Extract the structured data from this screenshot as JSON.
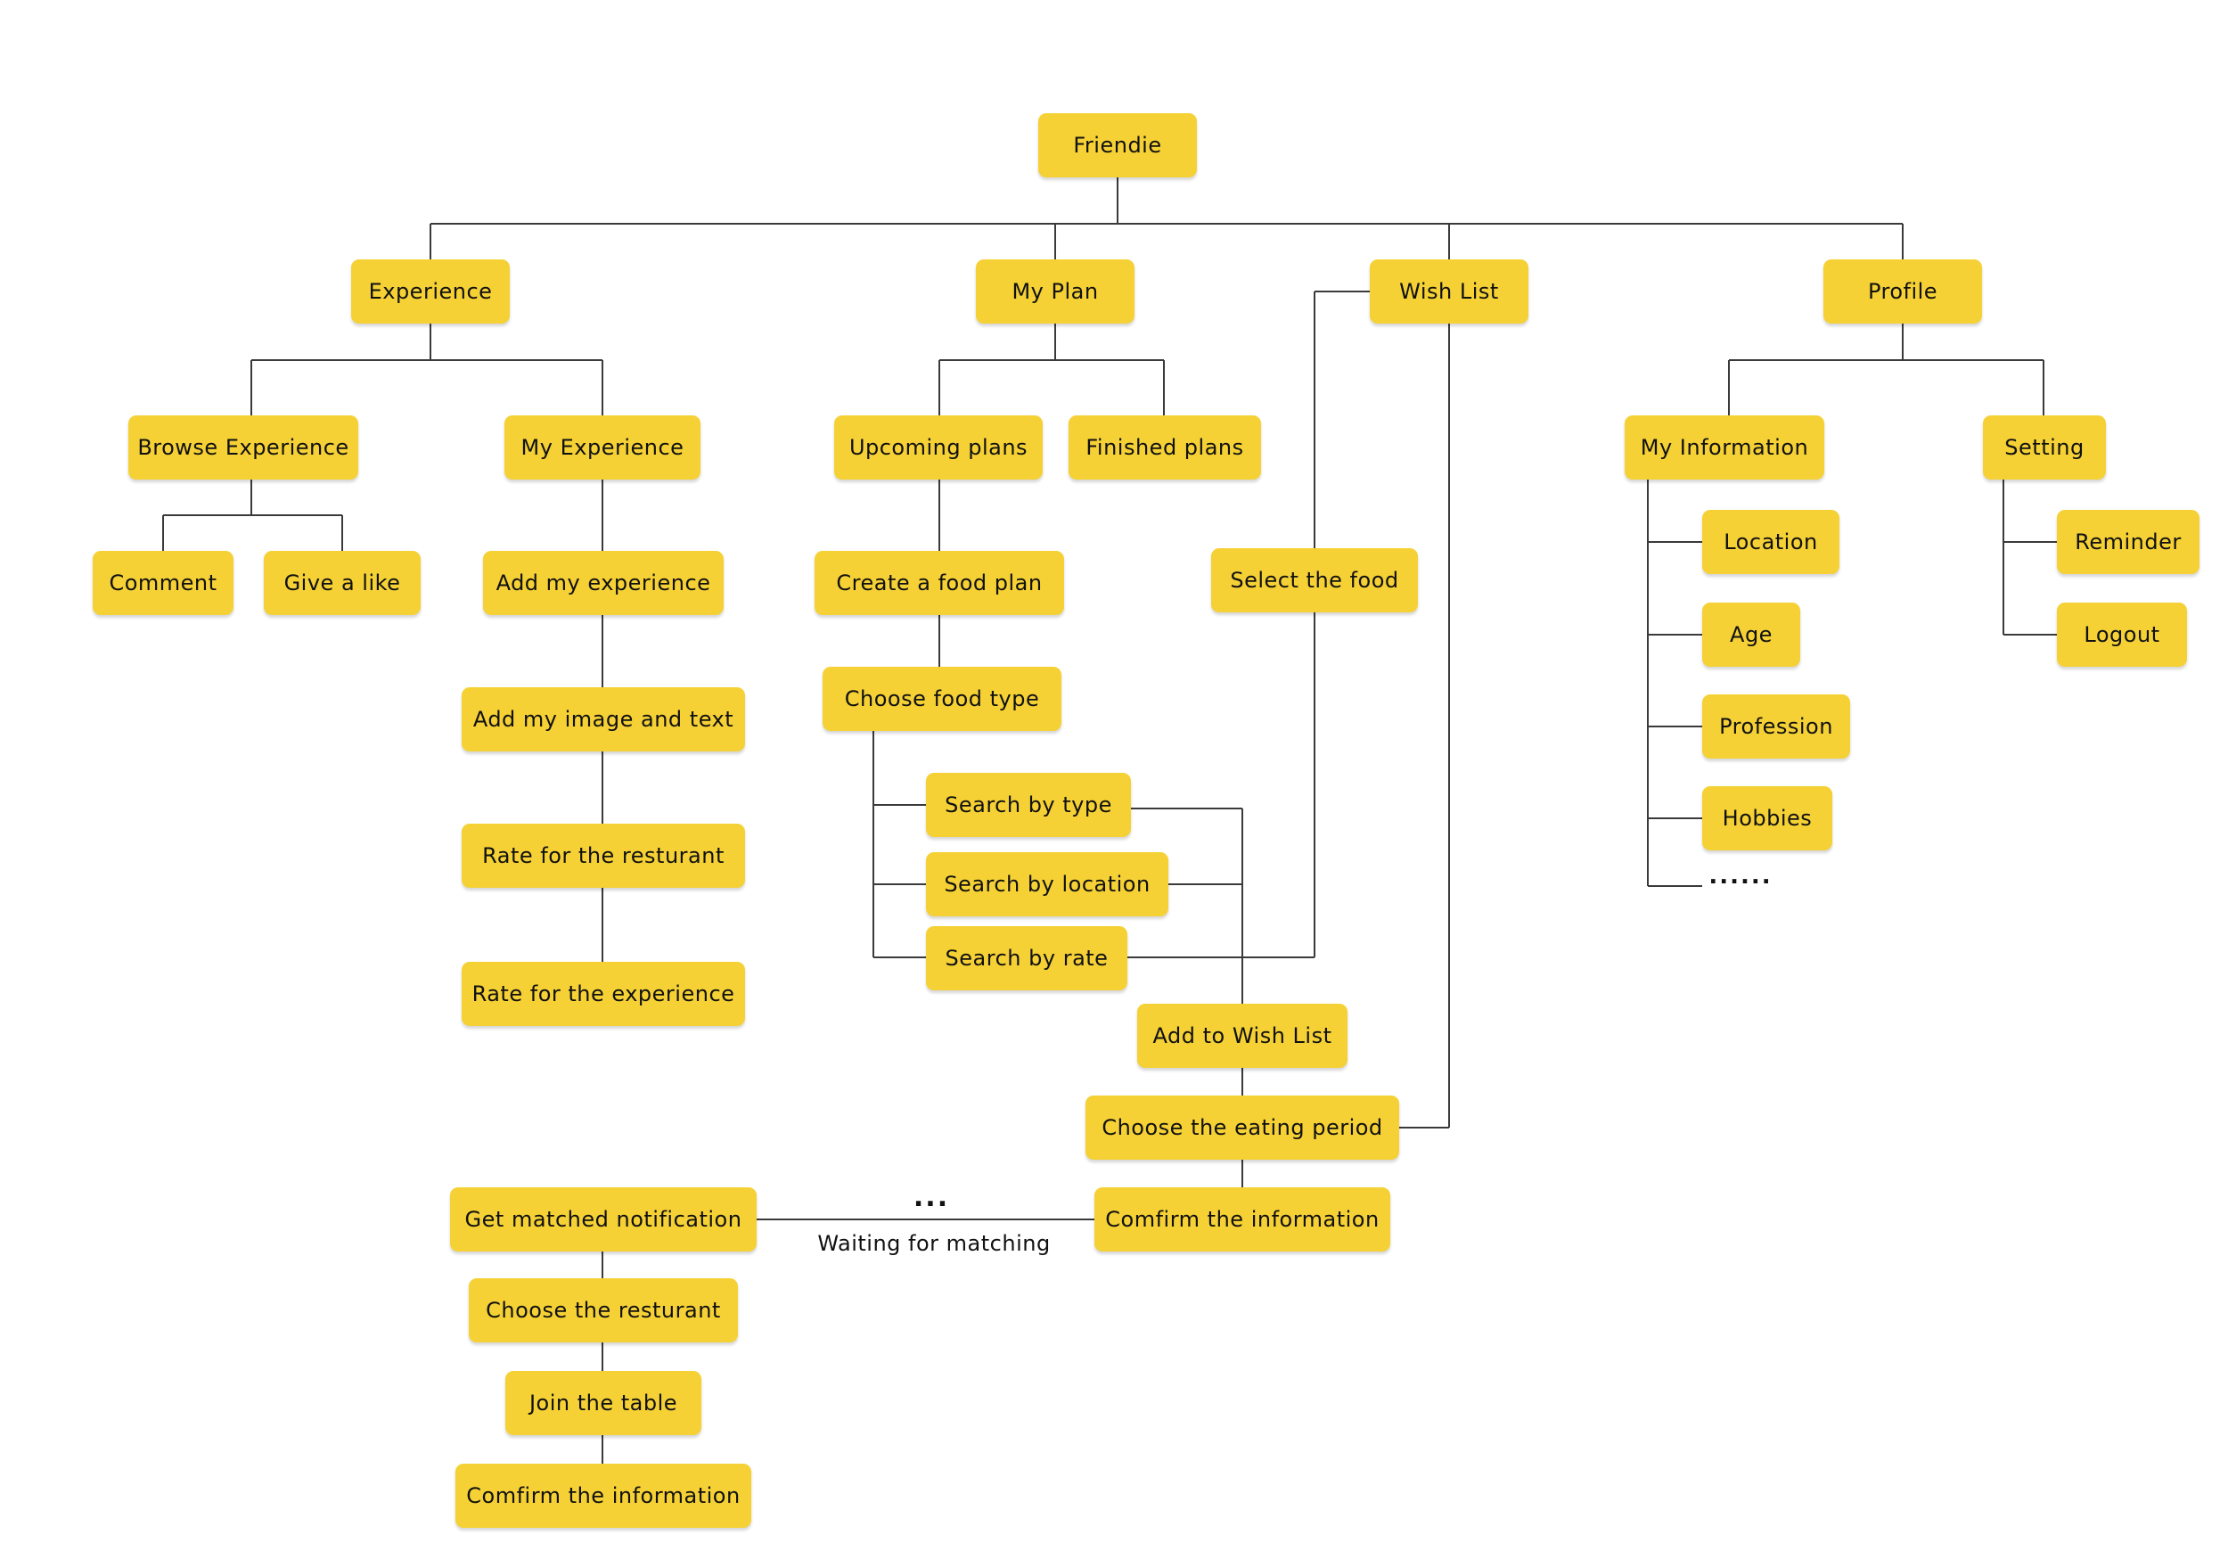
{
  "colors": {
    "node_fill": "#f5d135",
    "node_text": "#111111",
    "connector": "#3a3a3a",
    "background": "#ffffff"
  },
  "root": "Friendie",
  "experience": {
    "title": "Experience",
    "browse": {
      "title": "Browse Experience",
      "comment": "Comment",
      "like": "Give a like"
    },
    "mine": {
      "title": "My Experience",
      "steps": [
        "Add my experience",
        "Add my image and text",
        "Rate for the resturant",
        "Rate for the experience"
      ]
    }
  },
  "plan": {
    "title": "My Plan",
    "upcoming": "Upcoming plans",
    "finished": "Finished plans",
    "create": "Create a food plan",
    "choose_type": "Choose food type",
    "search": [
      "Search by type",
      "Search by location",
      "Search by rate"
    ],
    "add_wish": "Add to Wish List",
    "period": "Choose the eating period",
    "confirm": "Comfirm the information",
    "waiting_dots": "...",
    "waiting_label": "Waiting for matching",
    "matching": [
      "Get matched notification",
      "Choose the resturant",
      "Join the table",
      "Comfirm the information"
    ]
  },
  "wishlist": {
    "title": "Wish List",
    "select": "Select the food"
  },
  "profile": {
    "title": "Profile",
    "info": {
      "title": "My Information",
      "items": [
        "Location",
        "Age",
        "Profession",
        "Hobbies"
      ],
      "more": "......"
    },
    "setting": {
      "title": "Setting",
      "items": [
        "Reminder",
        "Logout"
      ]
    }
  }
}
